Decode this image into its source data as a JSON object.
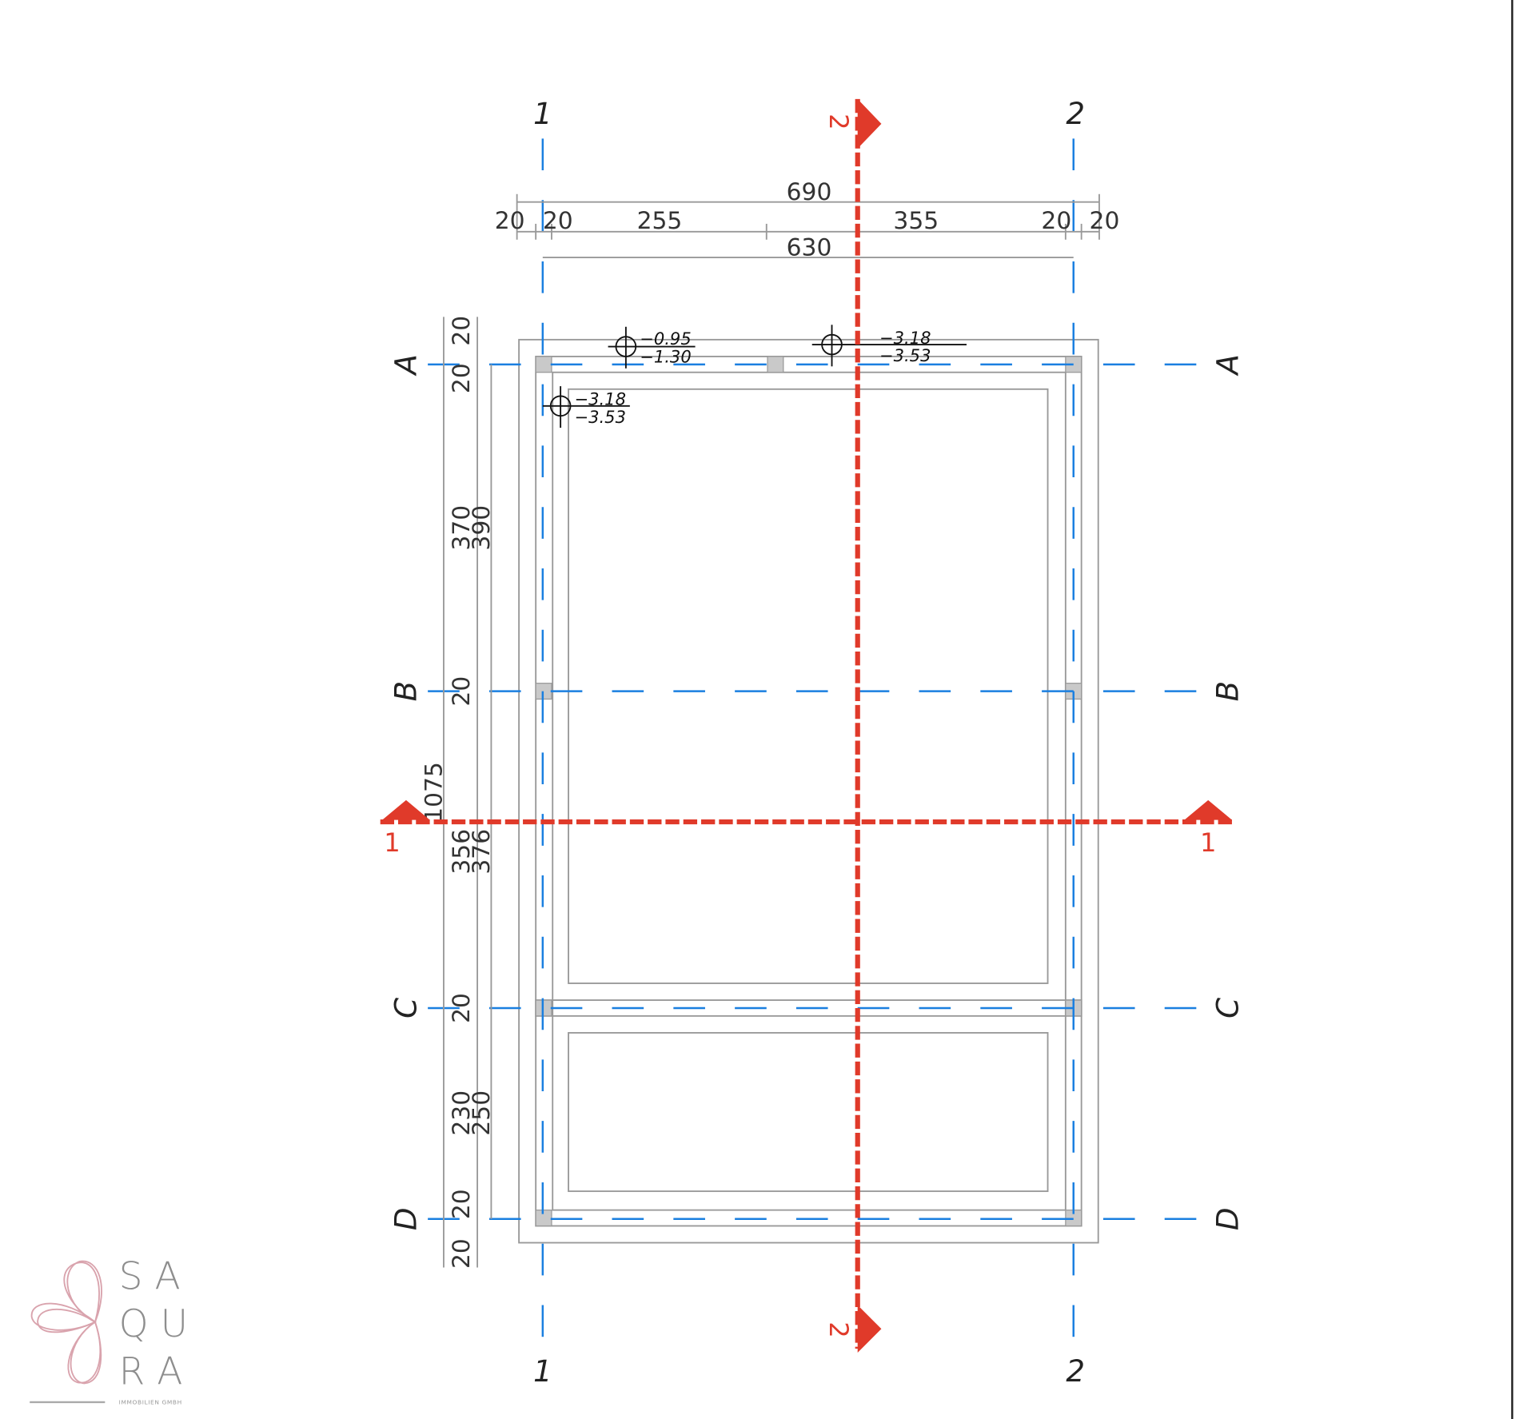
{
  "drawing": {
    "grid_columns": [
      "1",
      "2"
    ],
    "grid_rows": [
      "A",
      "B",
      "C",
      "D"
    ],
    "section_labels": {
      "horizontal": "1",
      "vertical": "2"
    },
    "colors": {
      "grid": "#1a7fe0",
      "section": "#e03a2a",
      "lines": "#999999",
      "logo_pink": "#d9a3ad"
    },
    "top_dimensions": {
      "overall": "690",
      "segments": [
        "20",
        "20",
        "255",
        "355",
        "20",
        "20"
      ],
      "axis": "630"
    },
    "left_dimensions": {
      "overall": "1075",
      "outer": [
        "20",
        "370",
        "20",
        "356",
        "20",
        "230",
        "20"
      ],
      "inner": [
        "20",
        "390",
        "376",
        "250",
        "20"
      ]
    },
    "levels": [
      {
        "top": "−0.95",
        "bottom": "−1.30"
      },
      {
        "top": "−3.18",
        "bottom": "−3.53"
      },
      {
        "top": "−3.18",
        "bottom": "−3.53"
      }
    ]
  },
  "logo": {
    "lines": [
      "S A",
      "Q U",
      "R A"
    ],
    "subtitle": "IMMOBILIEN GMBH"
  }
}
